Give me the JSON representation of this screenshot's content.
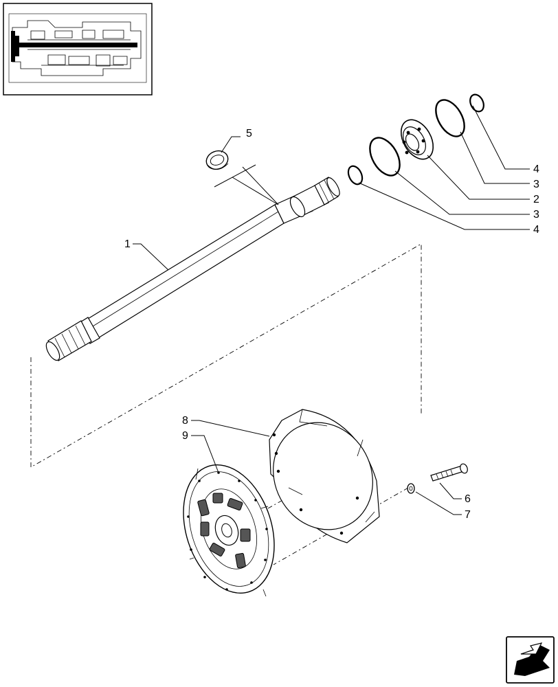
{
  "callouts": {
    "c1": "1",
    "c2": "2",
    "c3a": "3",
    "c3b": "3",
    "c4a": "4",
    "c4b": "4",
    "c5": "5",
    "c6": "6",
    "c7": "7",
    "c8": "8",
    "c9": "9"
  },
  "icons": {
    "thumbnail": "transmission-section-thumbnail",
    "navigation": "next-page-arrow-icon"
  }
}
